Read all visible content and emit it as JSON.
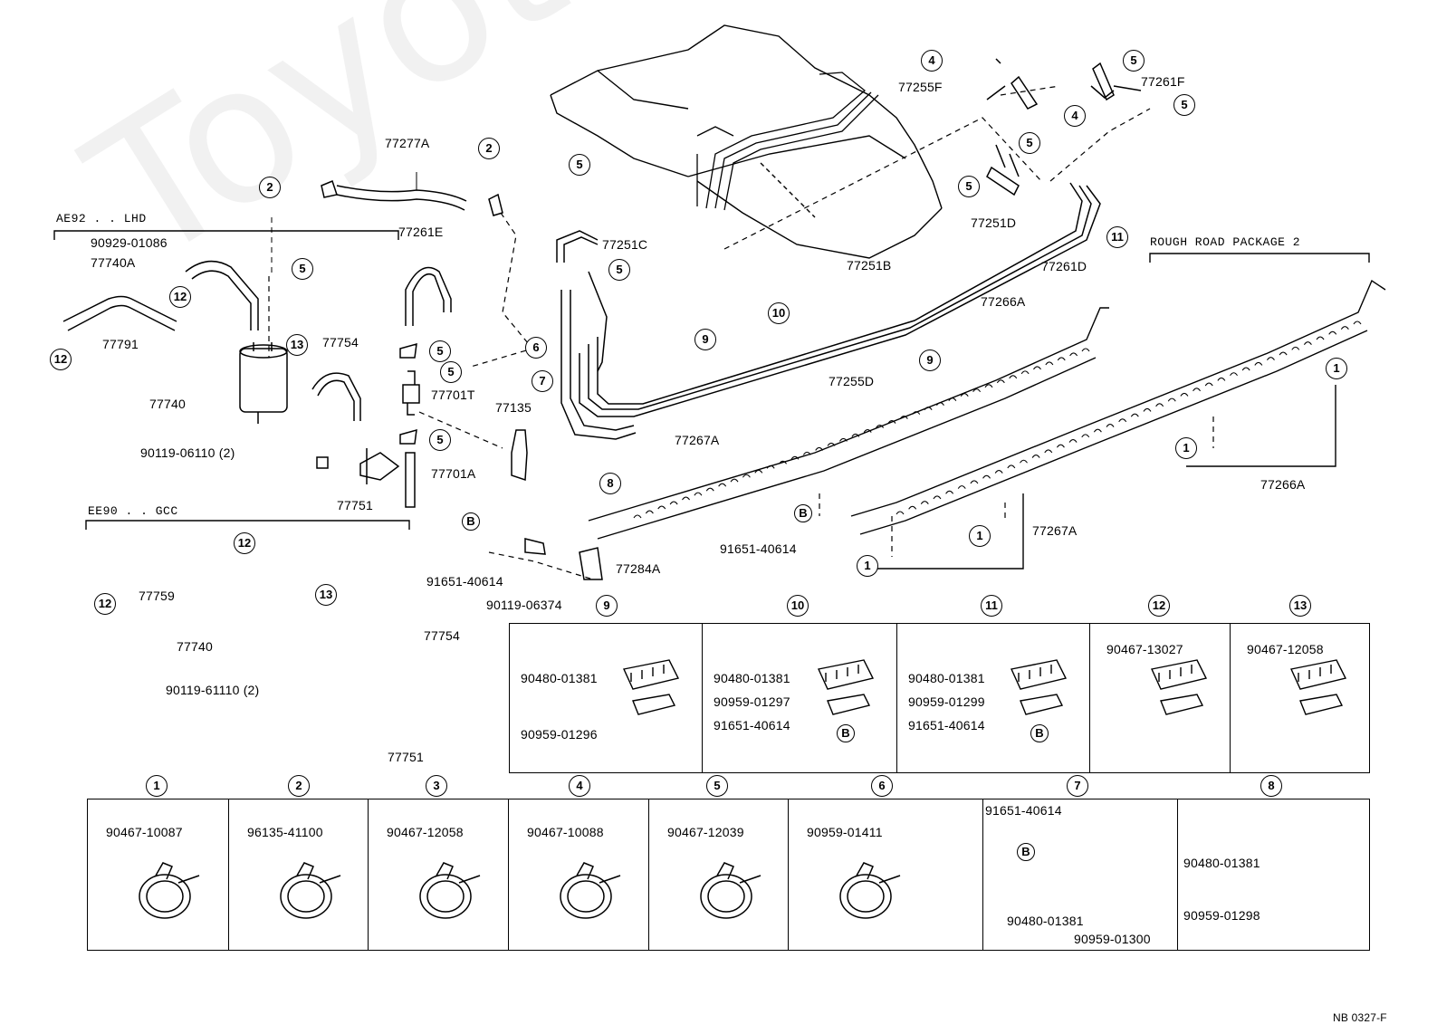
{
  "watermark": "ToyotaCarMine.ru",
  "groups": {
    "ae92": "AE92 . . LHD",
    "ee90": "EE90 . . GCC",
    "rough": "ROUGH ROAD PACKAGE 2"
  },
  "drawing_code": "NB  0327-F",
  "labels": {
    "p77277A": "77277A",
    "p90929_01086": "90929-01086",
    "p77740A": "77740A",
    "p77791": "77791",
    "p77740": "77740",
    "p77754": "77754",
    "p90119_06110": "90119-06110 (2)",
    "p77751": "77751",
    "p77261E": "77261E",
    "p77701T": "77701T",
    "p77701A": "77701A",
    "p77135": "77135",
    "p77251C": "77251C",
    "p77255F": "77255F",
    "p77261F": "77261F",
    "p77251D": "77251D",
    "p77251B": "77251B",
    "p77261D": "77261D",
    "p77255D": "77255D",
    "p77266A": "77266A",
    "p77267A": "77267A",
    "p91651_40614": "91651-40614",
    "p90119_06374": "90119-06374",
    "p77284A": "77284A",
    "p77266A_b": "77266A",
    "p77267A_b": "77267A",
    "p91651_40614_b": "91651-40614",
    "p77759": "77759",
    "p77740_b": "77740",
    "p77754_b": "77754",
    "p90119_61110": "90119-61110 (2)",
    "p77751_b": "77751"
  },
  "refs": [
    "1",
    "2",
    "3",
    "4",
    "5",
    "6",
    "7",
    "8",
    "9",
    "10",
    "11",
    "12",
    "13"
  ],
  "ref_b": "B",
  "detail_boxes": [
    {
      "ref": "9",
      "parts": [
        "90480-01381",
        "90959-01296"
      ]
    },
    {
      "ref": "10",
      "parts": [
        "90480-01381",
        "90959-01297",
        "91651-40614"
      ]
    },
    {
      "ref": "11",
      "parts": [
        "90480-01381",
        "90959-01299",
        "91651-40614"
      ]
    },
    {
      "ref": "12",
      "parts": [
        "90467-13027"
      ]
    },
    {
      "ref": "13",
      "parts": [
        "90467-12058"
      ]
    }
  ],
  "bottom_boxes": [
    {
      "ref": "1",
      "parts": [
        "90467-10087"
      ]
    },
    {
      "ref": "2",
      "parts": [
        "96135-41100"
      ]
    },
    {
      "ref": "3",
      "parts": [
        "90467-12058"
      ]
    },
    {
      "ref": "4",
      "parts": [
        "90467-10088"
      ]
    },
    {
      "ref": "5",
      "parts": [
        "90467-12039"
      ]
    },
    {
      "ref": "6",
      "parts": [
        "90959-01411"
      ]
    },
    {
      "ref": "7",
      "parts": [
        "91651-40614",
        "90480-01381",
        "90959-01300"
      ]
    },
    {
      "ref": "8",
      "parts": [
        "90480-01381",
        "90959-01298"
      ]
    }
  ]
}
